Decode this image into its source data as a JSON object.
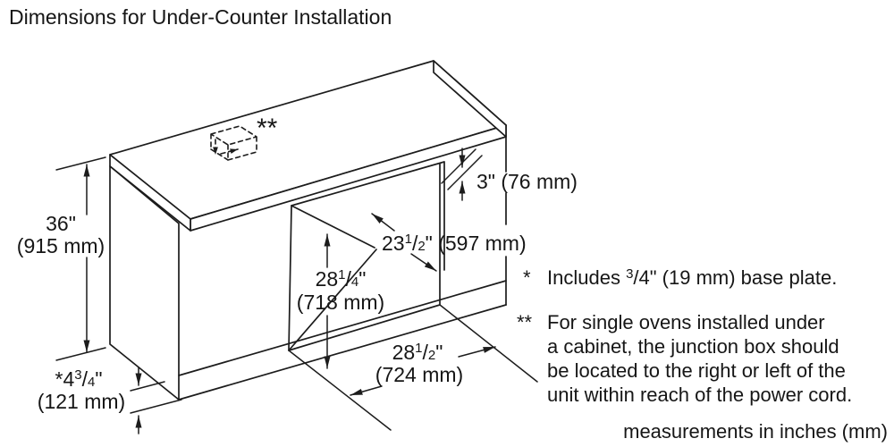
{
  "title": "Dimensions for Under-Counter Installation",
  "footer": "measurements in inches (mm)",
  "frac_slash": "/",
  "junction_marker": "**",
  "dims": {
    "height": {
      "value": "36\"",
      "mm": "(915 mm)"
    },
    "clearance": {
      "value": "3\" (76 mm)"
    },
    "depth": {
      "whole": "23",
      "num": "1",
      "den": "2",
      "rest": "\" (597 mm)"
    },
    "opening_height": {
      "whole": "28",
      "num": "1",
      "den": "4",
      "rest": "\"",
      "mm": "(718 mm)"
    },
    "opening_width": {
      "whole": "28",
      "num": "1",
      "den": "2",
      "rest": "\"",
      "mm": "(724 mm)"
    },
    "base": {
      "whole": "*4",
      "num": "3",
      "den": "4",
      "rest": "\"",
      "mm": "(121 mm)"
    }
  },
  "notes": {
    "base_plate": {
      "marker": "*",
      "pre": "Includes ",
      "num": "3",
      "post": "/4\" (19 mm) base plate."
    },
    "junction_box": {
      "marker": "**",
      "lines": [
        "For single ovens installed under",
        "a cabinet, the junction box should",
        "be located to the right or left of the",
        "unit within reach of the power cord."
      ]
    }
  }
}
